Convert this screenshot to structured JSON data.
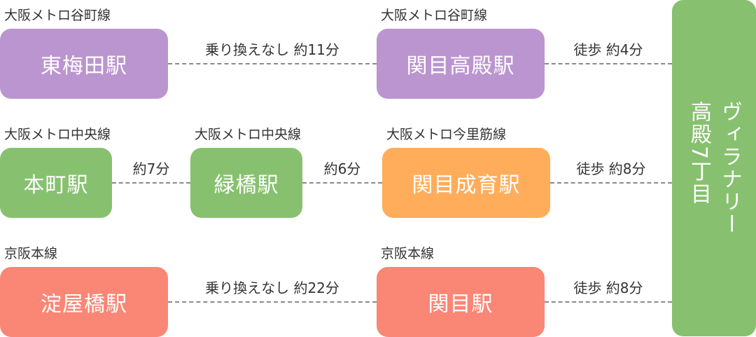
{
  "rows": [
    {
      "stations": [
        {
          "line": "大阪メトロ谷町線",
          "name": "東梅田駅"
        },
        {
          "line": "大阪メトロ谷町線",
          "name": "関目高殿駅"
        }
      ],
      "links": [
        "乗り換えなし 約11分",
        "徒歩 約4分"
      ]
    },
    {
      "stations": [
        {
          "line": "大阪メトロ中央線",
          "name": "本町駅"
        },
        {
          "line": "大阪メトロ中央線",
          "name": "緑橋駅"
        },
        {
          "line": "大阪メトロ今里筋線",
          "name": "関目成育駅"
        }
      ],
      "links": [
        "約7分",
        "約6分",
        "徒歩 約8分"
      ]
    },
    {
      "stations": [
        {
          "line": "京阪本線",
          "name": "淀屋橋駅"
        },
        {
          "line": "京阪本線",
          "name": "関目駅"
        }
      ],
      "links": [
        "乗り換えなし 約22分",
        "徒歩 約8分"
      ]
    }
  ],
  "destination": {
    "name": "ヴィラナリー",
    "address": "高殿7丁目"
  },
  "colors": {
    "tanimachi": "#bb95cf",
    "chuo": "#87c16f",
    "imazatosuji": "#ffad5b",
    "keihan": "#fa8676",
    "destination": "#87c16f"
  }
}
